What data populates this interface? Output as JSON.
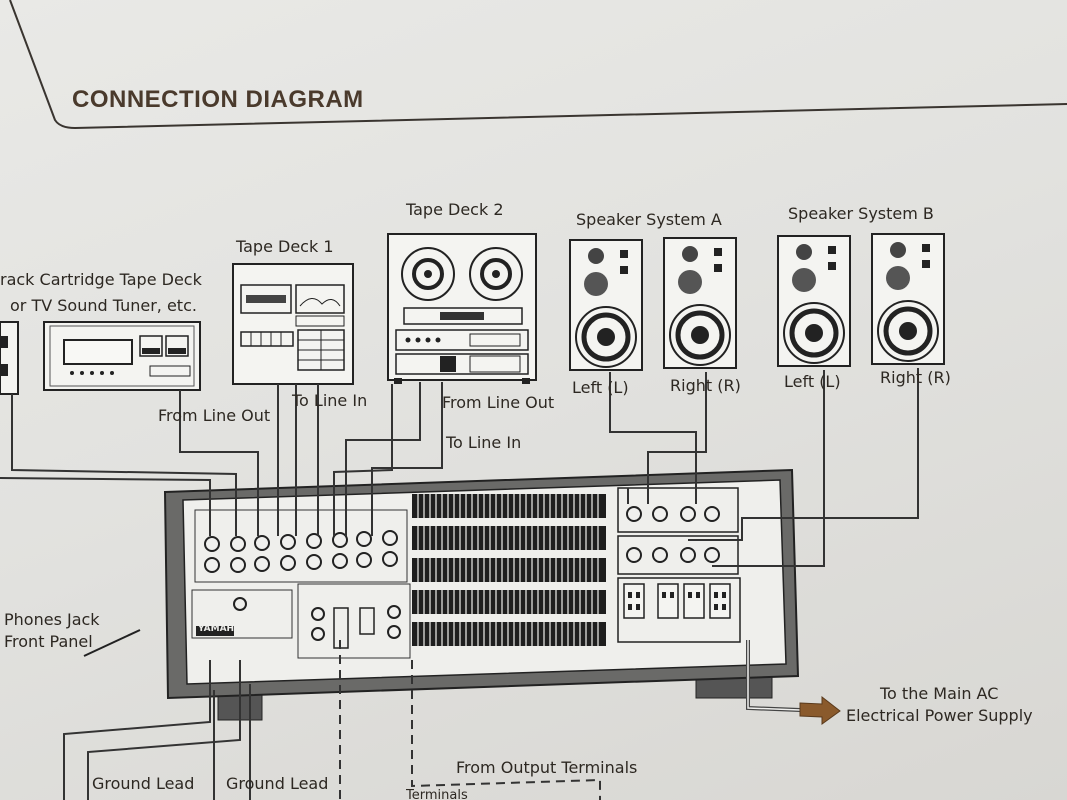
{
  "title": "CONNECTION  DIAGRAM",
  "devices": {
    "cartridge_line1": "rack Cartridge Tape Deck",
    "cartridge_line2": "or TV Sound Tuner, etc.",
    "tape_deck_1": "Tape Deck 1",
    "tape_deck_2": "Tape Deck 2",
    "speaker_a": "Speaker System A",
    "speaker_b": "Speaker System B"
  },
  "channels": {
    "a_left": "Left (L)",
    "a_right": "Right (R)",
    "b_left": "Left (L)",
    "b_right": "Right (R)"
  },
  "connections": {
    "from_line_out_1": "From Line Out",
    "to_line_in_1": "To Line In",
    "from_line_out_2": "From Line Out",
    "to_line_in_2": "To Line In",
    "phones_line1": "Phones Jack",
    "phones_line2": "Front Panel",
    "power_line1": "To the Main AC",
    "power_line2": "Electrical Power Supply",
    "ground_1": "Ground Lead",
    "ground_2": "Ground Lead",
    "output_terminals": "From Output Terminals",
    "terminals_partial": "Terminals"
  },
  "brand": "YAMAHA"
}
